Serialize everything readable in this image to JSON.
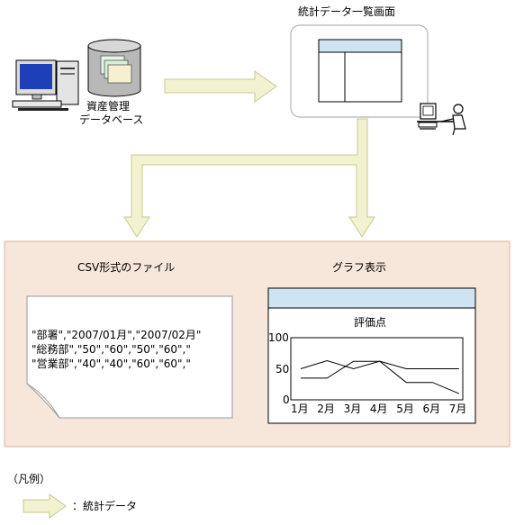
{
  "labels": {
    "db_line1": "資産管理",
    "db_line2": "データベース",
    "screen_title": "統計データ一覧画面",
    "csv_title": "CSV形式のファイル",
    "graph_title": "グラフ表示",
    "chart_title": "評価点",
    "legend_title": "（凡例）",
    "legend_text": "：統計データ"
  },
  "csv_lines": [
    "\"部署\",\"2007/01月\",\"2007/02月\"",
    "\"総務部\",\"50\",\"60\",\"50\",\"60\",\"",
    "\"営業部\",\"40\",\"40\",\"60\",\"60\",\""
  ],
  "colors": {
    "arrow_fill": "#f2f2d0",
    "arrow_stroke": "#c8c890",
    "panel_fill": "#f7e6da",
    "panel_stroke": "#d8b8a0",
    "window_bar": "#cfe4f2",
    "screen_stroke": "#b4b4b4"
  },
  "icons": [
    "desktop-computer-icon",
    "database-cylinder-icon",
    "person-at-computer-icon"
  ],
  "chart_data": {
    "type": "line",
    "title": "評価点",
    "categories": [
      "1月",
      "2月",
      "3月",
      "4月",
      "5月",
      "6月",
      "7月"
    ],
    "y_ticks": [
      "100",
      "50",
      "0"
    ],
    "ylim": [
      0,
      100
    ],
    "series": [
      {
        "values": [
          50,
          63,
          50,
          62,
          50,
          50,
          50
        ]
      },
      {
        "values": [
          35,
          35,
          62,
          62,
          28,
          28,
          10
        ]
      }
    ]
  }
}
